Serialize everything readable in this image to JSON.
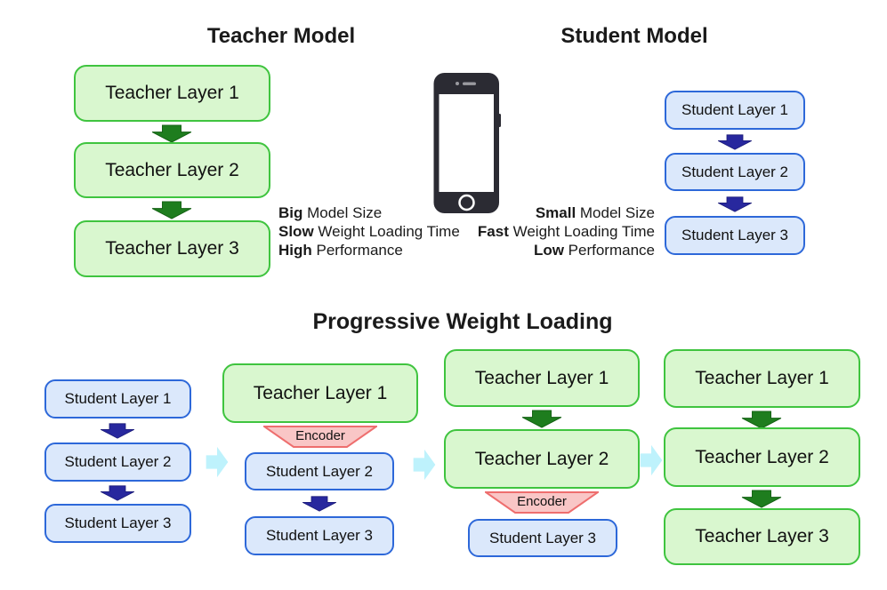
{
  "top": {
    "teacher_title": "Teacher Model",
    "student_title": "Student Model",
    "teacher_layers": [
      "Teacher Layer 1",
      "Teacher Layer 2",
      "Teacher Layer 3"
    ],
    "student_layers": [
      "Student Layer 1",
      "Student Layer 2",
      "Student Layer 3"
    ],
    "teacher_specs": [
      {
        "bold": "Big",
        "rest": " Model Size"
      },
      {
        "bold": "Slow",
        "rest": " Weight Loading Time"
      },
      {
        "bold": "High",
        "rest": " Performance"
      }
    ],
    "student_specs": [
      {
        "bold": "Small",
        "rest": " Model Size"
      },
      {
        "bold": "Fast",
        "rest": " Weight Loading Time"
      },
      {
        "bold": "Low",
        "rest": " Performance"
      }
    ]
  },
  "bottom": {
    "title": "Progressive Weight Loading",
    "stage1_layers": [
      "Student Layer 1",
      "Student Layer 2",
      "Student Layer 3"
    ],
    "stage2": {
      "teacher": "Teacher Layer 1",
      "encoder": "Encoder",
      "student2": "Student Layer 2",
      "student3": "Student Layer 3"
    },
    "stage3": {
      "teacher1": "Teacher Layer 1",
      "teacher2": "Teacher Layer 2",
      "encoder": "Encoder",
      "student3": "Student Layer 3"
    },
    "stage4": {
      "teacher1": "Teacher Layer 1",
      "teacher2": "Teacher Layer 2",
      "teacher3": "Teacher Layer 3"
    }
  },
  "colors": {
    "teacher_box_fill": "#d9f7cf",
    "teacher_box_border": "#3fc43f",
    "teacher_arrow": "#1e7d1e",
    "student_box_fill": "#dbe8fb",
    "student_box_border": "#2d68d9",
    "student_arrow": "#28289e",
    "stage_arrow": "#bef2fc",
    "encoder_fill": "#f9c6c6",
    "encoder_border": "#ee6e6e",
    "phone_body": "#2b2b33"
  }
}
